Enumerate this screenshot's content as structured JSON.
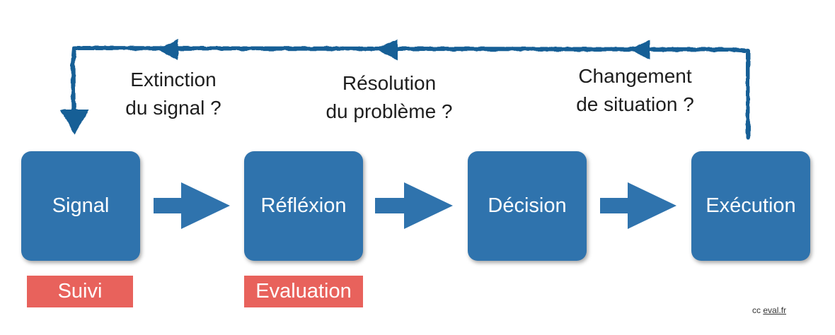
{
  "steps": [
    {
      "label": "Signal"
    },
    {
      "label": "Réfléxion"
    },
    {
      "label": "Décision"
    },
    {
      "label": "Exécution"
    }
  ],
  "feedback_questions": [
    {
      "line1": "Extinction",
      "line2": "du signal ?"
    },
    {
      "line1": "Résolution",
      "line2": "du problème ?"
    },
    {
      "line1": "Changement",
      "line2": "de situation ?"
    }
  ],
  "tags": {
    "signal": "Suivi",
    "reflexion": "Evaluation"
  },
  "credit": {
    "prefix": "cc",
    "link": "eval.fr"
  },
  "colors": {
    "box": "#2f73ad",
    "arrow": "#2f73ad",
    "loop": "#175e96",
    "tag": "#e8625c",
    "box_text": "#ffffff"
  }
}
